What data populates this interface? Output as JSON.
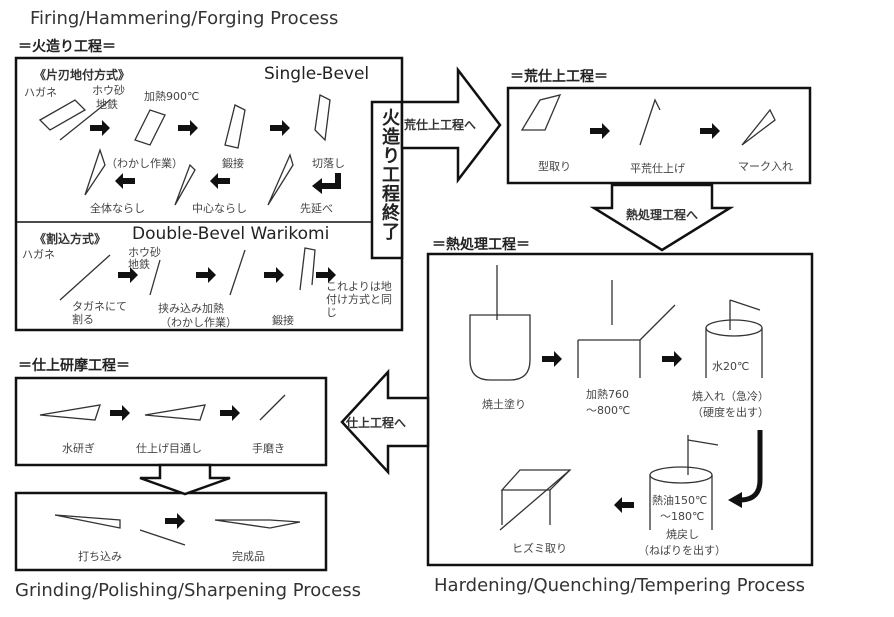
{
  "captions": {
    "forging": "Firing/Hammering/Forging Process",
    "grinding": "Grinding/Polishing/Sharpening Process",
    "hardening": "Hardening/Quenching/Tempering Process",
    "single_bevel": "Single-Bevel",
    "double_bevel": "Double-Bevel Warikomi"
  },
  "sections": {
    "forging": "＝火造り工程＝",
    "rough": "＝荒仕上工程＝",
    "heat": "＝熱処理工程＝",
    "finish": "＝仕上研摩工程＝"
  },
  "forging": {
    "single_title": "《片刃地付方式》",
    "single_labels": [
      "ハガネ",
      "ホウ砂",
      "地鉄",
      "加熱900℃",
      "（わかし作業）",
      "鍛接",
      "切落し",
      "先延べ",
      "中心ならし",
      "全体ならし"
    ],
    "double_title": "《割込方式》",
    "double_labels": [
      "ハガネ",
      "ホウ砂",
      "地鉄",
      "タガネにて割る",
      "挟み込み加熱",
      "（わかし作業）",
      "鍛接",
      "これよりは地付け方式と同じ"
    ],
    "end_label": "火造り工程終了",
    "to_rough": "荒仕上工程へ"
  },
  "rough": {
    "labels": [
      "型取り",
      "平荒仕上げ",
      "マーク入れ"
    ],
    "to_heat": "熱処理工程へ"
  },
  "heat": {
    "labels": [
      "焼土塗り",
      "加熱760",
      "～800℃",
      "水20℃",
      "焼入れ（急冷）",
      "（硬度を出す）",
      "熱油150℃",
      "～180℃",
      "焼戻し",
      "（ねばりを出す）",
      "ヒズミ取り"
    ],
    "to_finish": "仕上工程へ"
  },
  "finish": {
    "labels": [
      "水研ぎ",
      "仕上げ目通し",
      "手磨き"
    ],
    "final_labels": [
      "打ち込み",
      "完成品"
    ]
  }
}
